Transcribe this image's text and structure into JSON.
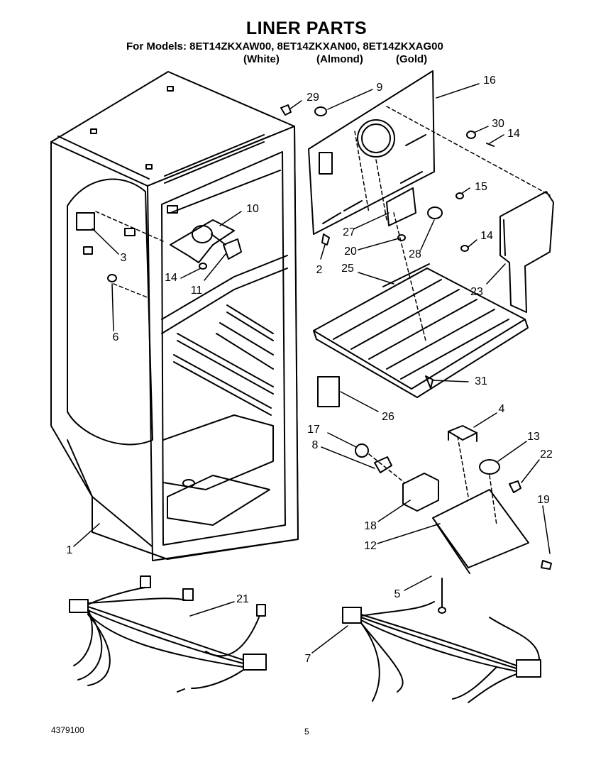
{
  "header": {
    "title": "LINER PARTS",
    "models_line": "For Models: 8ET14ZKXAW00, 8ET14ZKXAN00, 8ET14ZKXAG00",
    "colors": [
      "(White)",
      "(Almond)",
      "(Gold)"
    ]
  },
  "footer": {
    "doc_number": "4379100",
    "page_number": "5"
  },
  "callouts": [
    "29",
    "9",
    "16",
    "30",
    "14",
    "15",
    "10",
    "27",
    "28",
    "20",
    "2",
    "3",
    "6",
    "14",
    "11",
    "25",
    "14",
    "23",
    "31",
    "26",
    "4",
    "17",
    "8",
    "13",
    "22",
    "18",
    "12",
    "19",
    "1",
    "5",
    "21",
    "7"
  ]
}
